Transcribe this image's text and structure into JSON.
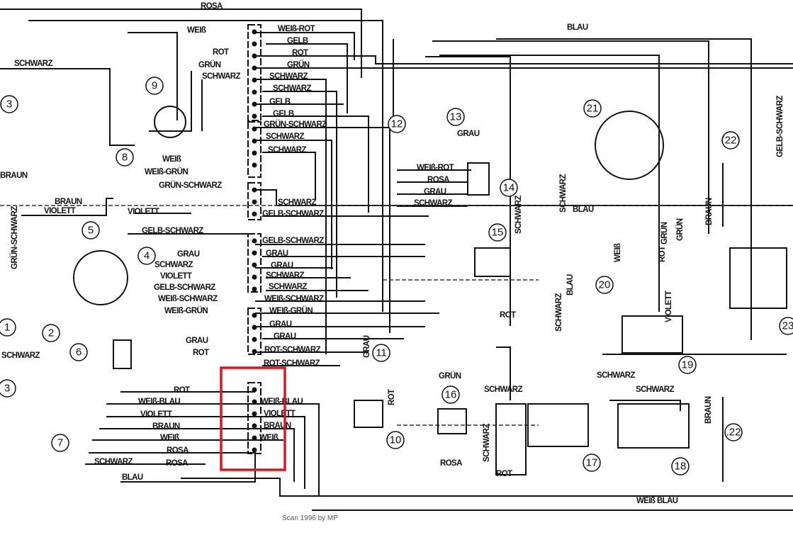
{
  "diagram": {
    "labels": [
      "ROSA",
      "BLAU",
      "WEIß",
      "WEIß-ROT",
      "GELB",
      "ROT",
      "GRÜN",
      "SCHWARZ",
      "SCHWARZ",
      "GELB",
      "GELB",
      "GRÜN-SCHWARZ",
      "SCHWARZ",
      "SCHWARZ",
      "SCHWARZ",
      "GELB-SCHWARZ",
      "GELB-SCHWARZ",
      "GRAU",
      "GRAU",
      "SCHWARZ",
      "SCHWARZ",
      "WEIß-SCHWARZ",
      "WEIß-GRÜN",
      "GRAU",
      "GRAU",
      "ROT-SCHWARZ",
      "ROT-SCHWARZ",
      "WEIß-BLAU",
      "VIOLETT",
      "BRAUN",
      "WEIß",
      "ROT",
      "GRÜN",
      "SCHWARZ",
      "SCHWARZ",
      "BRAUN",
      "WEIß",
      "WEIß-GRÜN",
      "GRÜN-SCHWARZ",
      "BRAUN",
      "VIOLETT",
      "VIOLETT",
      "GELB-SCHWARZ",
      "GRÜN-SCHWARZ",
      "GRAU",
      "SCHWARZ",
      "VIOLETT",
      "GELB-SCHWARZ",
      "WEIß-SCHWARZ",
      "WEIß-GRÜN",
      "GRAU",
      "ROT",
      "SCHWARZ",
      "ROT",
      "WEIß-BLAU",
      "VIOLETT",
      "BRAUN",
      "WEIß",
      "ROSA",
      "SCHWARZ",
      "ROSA",
      "BLAU",
      "WEIß-ROT",
      "ROSA",
      "GRAU",
      "SCHWARZ",
      "GRAU",
      "SCHWARZ",
      "SCHWARZ",
      "BLAU",
      "WEIß",
      "ROT",
      "GRÜN",
      "GRÜN",
      "GELB-SCHWARZ",
      "BRAUN",
      "GRAU",
      "ROT",
      "GRÜN",
      "ROT",
      "SCHWARZ",
      "BLAU",
      "VIOLETT",
      "SCHWARZ",
      "SCHWARZ",
      "SCHWARZ",
      "SCHWARZ",
      "ROSA",
      "ROT",
      "BRAUN",
      "WEIß BLAU"
    ],
    "components": [
      "1",
      "2",
      "3",
      "3",
      "4",
      "5",
      "6",
      "7",
      "8",
      "9",
      "10",
      "11",
      "12",
      "13",
      "14",
      "15",
      "16",
      "17",
      "18",
      "19",
      "20",
      "21",
      "(22)",
      ".22",
      "23"
    ],
    "credit": "Scan 1996 by MP",
    "highlight_color": "#e0141e"
  }
}
